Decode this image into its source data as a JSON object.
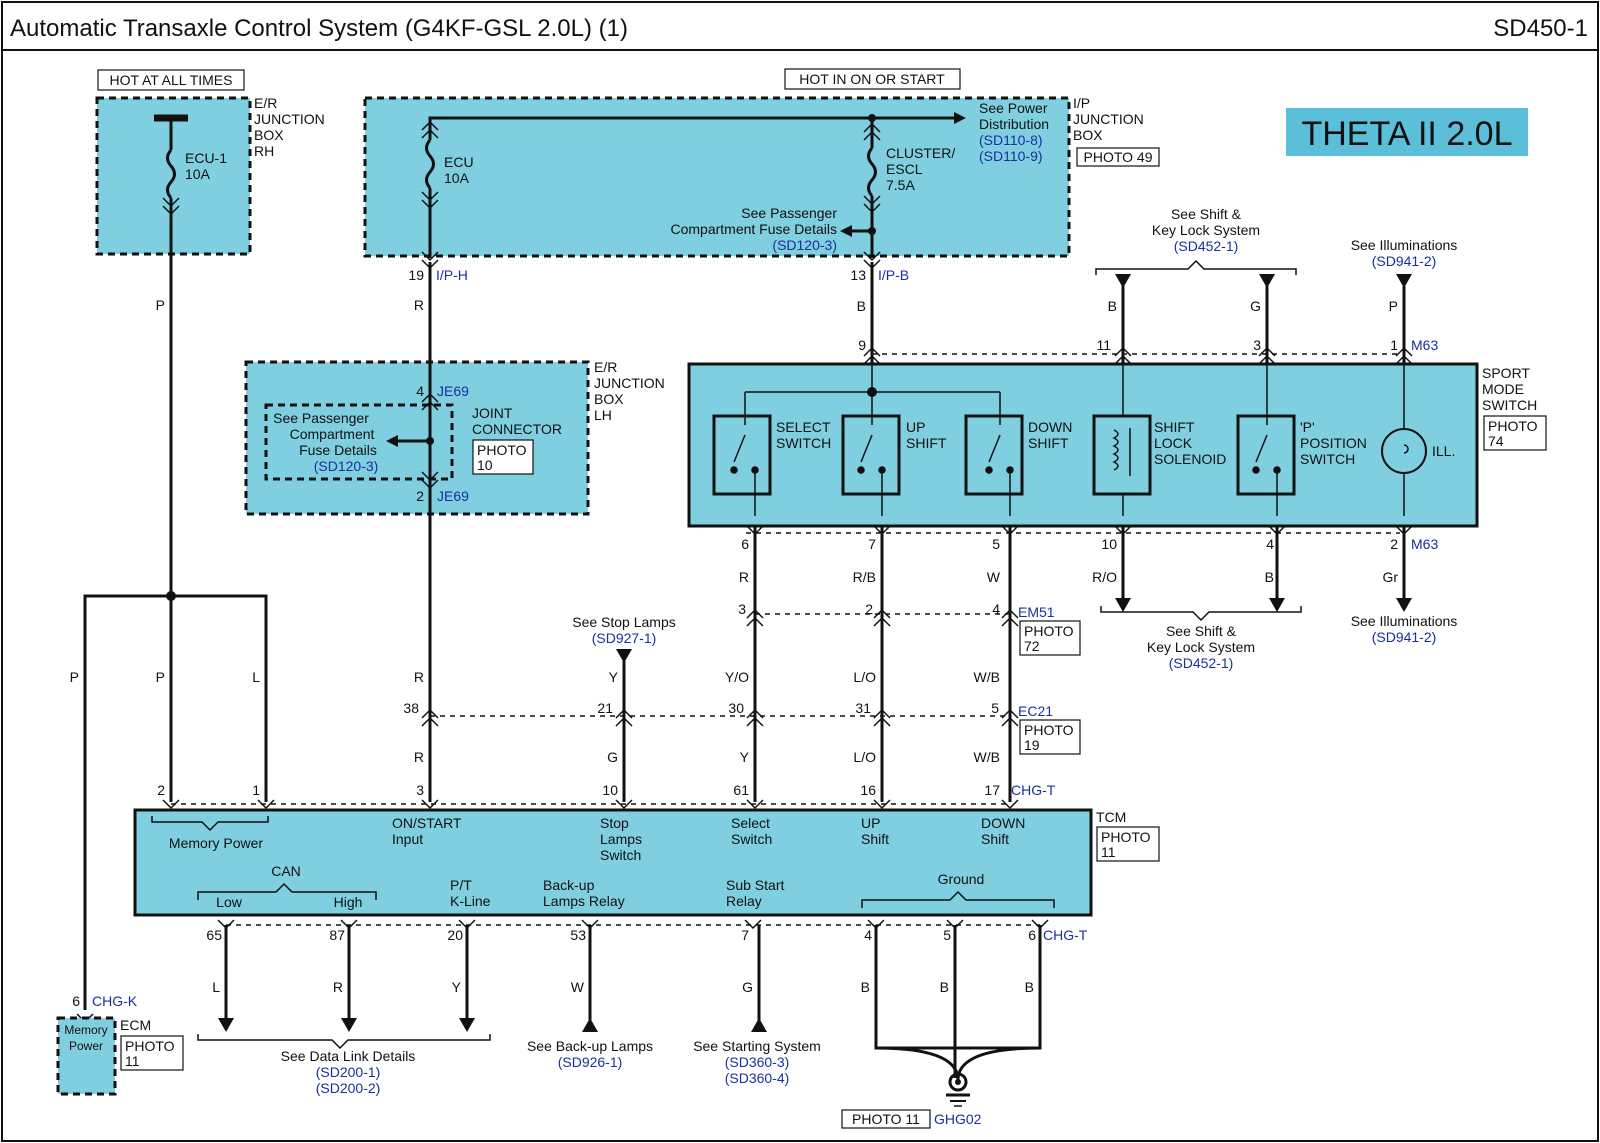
{
  "header": {
    "title": "Automatic Transaxle Control System (G4KF-GSL 2.0L) (1)",
    "page_id": "SD450-1"
  },
  "badge": "THETA II 2.0L",
  "er_jb_rh": {
    "hot_label": "HOT AT ALL TIMES",
    "name": [
      "E/R",
      "JUNCTION",
      "BOX",
      "RH"
    ],
    "fuse": [
      "ECU-1",
      "10A"
    ]
  },
  "ip_jb": {
    "hot_label": "HOT IN ON OR START",
    "name": [
      "I/P",
      "JUNCTION",
      "BOX"
    ],
    "photo": "PHOTO 49",
    "fuse_ecu": [
      "ECU",
      "10A"
    ],
    "fuse_cluster": [
      "CLUSTER/",
      "ESCL",
      "7.5A"
    ],
    "power_ref": [
      "See Power",
      "Distribution",
      "(SD110-8)",
      "(SD110-9)"
    ],
    "pass_fuse_ref": [
      "See Passenger",
      "Compartment Fuse Details",
      "(SD120-3)"
    ]
  },
  "er_jb_lh": {
    "name": [
      "E/R",
      "JUNCTION",
      "BOX",
      "LH"
    ],
    "joint": [
      "JOINT",
      "CONNECTOR"
    ],
    "photo": [
      "PHOTO",
      "10"
    ],
    "ref": [
      "See Passenger",
      "Compartment",
      "Fuse Details",
      "(SD120-3)"
    ],
    "pin_top": "4",
    "pin_bottom": "2",
    "conn": "JE69"
  },
  "sport_switch": {
    "name": [
      "SPORT",
      "MODE",
      "SWITCH"
    ],
    "photo": [
      "PHOTO",
      "74"
    ],
    "conn": "M63",
    "elements": [
      [
        "SELECT",
        "SWITCH"
      ],
      [
        "UP",
        "SHIFT"
      ],
      [
        "DOWN",
        "SHIFT"
      ],
      [
        "SHIFT",
        "LOCK",
        "SOLENOID"
      ],
      [
        "'P'",
        "POSITION",
        "SWITCH"
      ],
      [
        "ILL."
      ]
    ],
    "top_pins": [
      "9",
      "11",
      "3",
      "1"
    ],
    "bottom_pins": [
      "6",
      "7",
      "5",
      "10",
      "4",
      "2"
    ]
  },
  "refs": {
    "shift_lock_top": [
      "See Shift &",
      "Key Lock System",
      "(SD452-1)"
    ],
    "illum_top": [
      "See Illuminations",
      "(SD941-2)"
    ],
    "shift_lock_bottom": [
      "See Shift &",
      "Key Lock System",
      "(SD452-1)"
    ],
    "illum_bottom": [
      "See Illuminations",
      "(SD941-2)"
    ],
    "stop_lamps": [
      "See Stop Lamps",
      "(SD927-1)"
    ],
    "data_link": [
      "See Data Link Details",
      "(SD200-1)",
      "(SD200-2)"
    ],
    "backup": [
      "See Back-up Lamps",
      "(SD926-1)"
    ],
    "starting": [
      "See Starting System",
      "(SD360-3)",
      "(SD360-4)"
    ]
  },
  "connectors": {
    "iph": "I/P-H",
    "iph_pin": "19",
    "ipb": "I/P-B",
    "ipb_pin": "13",
    "em51": "EM51",
    "em51_photo": [
      "PHOTO",
      "72"
    ],
    "em51_pins": [
      "3",
      "2",
      "4"
    ],
    "ec21": "EC21",
    "ec21_photo": [
      "PHOTO",
      "19"
    ],
    "ec21_pins": [
      "38",
      "21",
      "30",
      "31",
      "5"
    ],
    "chgt": "CHG-T",
    "chgk": "CHG-K",
    "chgk_pin": "6",
    "ground": "GHG02",
    "ground_photo": "PHOTO 11"
  },
  "wires": {
    "p1": "P",
    "p2": "P",
    "p3": "P",
    "l": "L",
    "r1": "R",
    "r2": "R",
    "r3": "R",
    "b1": "B",
    "sl_b": "B",
    "sl_g": "G",
    "ill_p": "P",
    "sel_r": "R",
    "up_rb": "R/B",
    "down_w": "W",
    "sol_ro": "R/O",
    "pos_b": "B",
    "ill_gr": "Gr",
    "y_top": "Y",
    "g": "G",
    "yo": "Y/O",
    "lo1": "L/O",
    "wb1": "W/B",
    "y_sel": "Y",
    "lo2": "L/O",
    "wb2": "W/B",
    "can_l": "L",
    "can_r": "R",
    "pt_y": "Y",
    "bu_w": "W",
    "ss_g": "G",
    "gnd_b1": "B",
    "gnd_b2": "B",
    "gnd_b3": "B"
  },
  "tcm": {
    "name": "TCM",
    "photo": [
      "PHOTO",
      "11"
    ],
    "top_pins": [
      "2",
      "1",
      "3",
      "10",
      "61",
      "16",
      "17"
    ],
    "bottom_pins": [
      "65",
      "87",
      "20",
      "53",
      "7",
      "4",
      "5",
      "6"
    ],
    "memory_power": "Memory Power",
    "on_start": [
      "ON/START",
      "Input"
    ],
    "stop_sw": [
      "Stop",
      "Lamps",
      "Switch"
    ],
    "select_sw": [
      "Select",
      "Switch"
    ],
    "up_shift": [
      "UP",
      "Shift"
    ],
    "down_shift": [
      "DOWN",
      "Shift"
    ],
    "can": "CAN",
    "can_low": "Low",
    "can_high": "High",
    "pt_kline": [
      "P/T",
      "K-Line"
    ],
    "backup_relay": [
      "Back-up",
      "Lamps Relay"
    ],
    "sub_start": [
      "Sub Start",
      "Relay"
    ],
    "ground": "Ground"
  },
  "ecm": {
    "name": "ECM",
    "inner": [
      "Memory",
      "Power"
    ],
    "photo": [
      "PHOTO",
      "11"
    ]
  }
}
